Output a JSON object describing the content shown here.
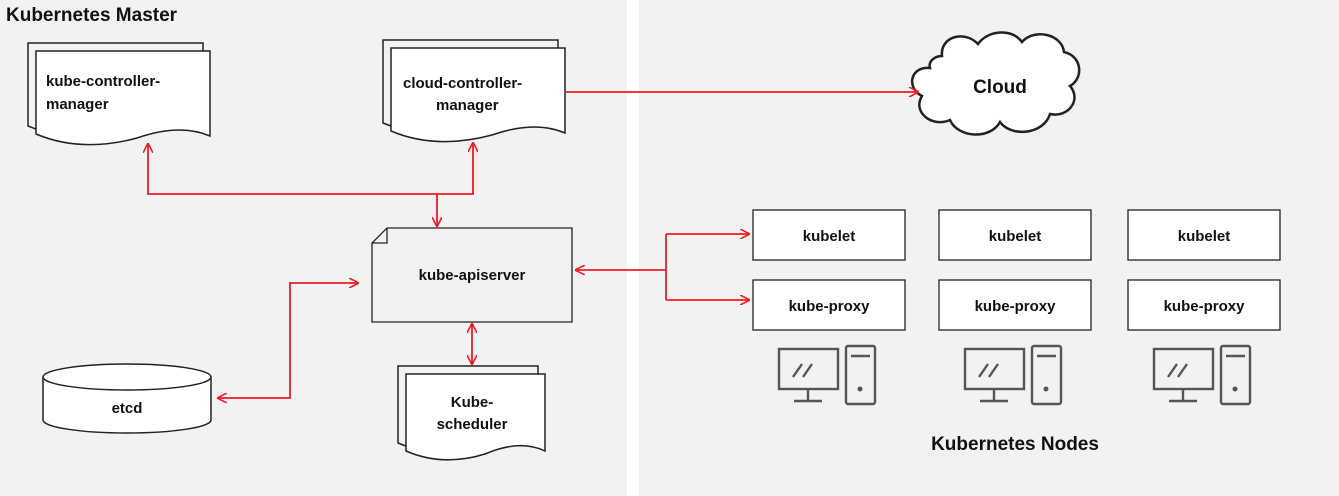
{
  "master": {
    "title": "Kubernetes Master",
    "kube_controller_manager": [
      "kube-controller-",
      "manager"
    ],
    "cloud_controller_manager": [
      "cloud-controller-",
      "manager"
    ],
    "kube_apiserver": "kube-apiserver",
    "etcd": "etcd",
    "kube_scheduler": [
      "Kube-",
      "scheduler"
    ]
  },
  "cloud": {
    "label": "Cloud"
  },
  "nodes": {
    "title": "Kubernetes Nodes",
    "items": [
      {
        "kubelet": "kubelet",
        "kube_proxy": "kube-proxy"
      },
      {
        "kubelet": "kubelet",
        "kube_proxy": "kube-proxy"
      },
      {
        "kubelet": "kubelet",
        "kube_proxy": "kube-proxy"
      }
    ]
  },
  "colors": {
    "panel": "#f2f2f2",
    "arrow": "#ee1c25",
    "stroke": "#222222",
    "icon": "#555555"
  }
}
